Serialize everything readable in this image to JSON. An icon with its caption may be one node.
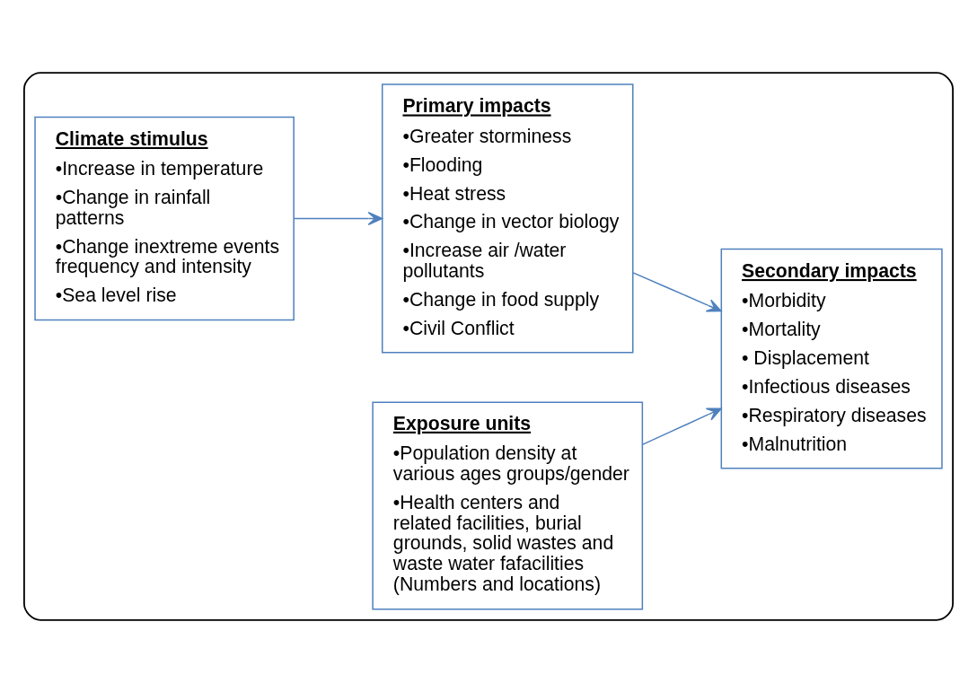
{
  "diagram": {
    "nodes": [
      {
        "text": [],
        "shape": "box"
      },
      {
        "text": [
          "Climate stimulus",
          "•Increase in temperature",
          "•Change in rainfall patterns",
          "•Change inextreme events frequency and intensity",
          "•Sea level rise"
        ],
        "in": 0
      },
      {
        "text": [
          "Primary impacts",
          "•Greater storminess",
          "•Flooding",
          "•Heat stress",
          "•Change in vector biology",
          "•Increase air /water pollutants",
          "•Change in food supply",
          "•Civil Conflict"
        ],
        "in": 0
      },
      {
        "text": [
          "Exposure units",
          "•Population density at various ages groups/gender",
          "•Health centers and related facilities, burial grounds, solid wastes and waste water fafacilities (Numbers and locations)"
        ],
        "in": 0
      },
      {
        "text": [
          "Secondary impacts",
          "•Morbidity",
          "•Mortality",
          "• Displacement",
          "•Infectious diseases",
          "•Respiratory diseases",
          "•Malnutrition"
        ],
        "in": 0
      }
    ],
    "edges": [
      {
        "from": 1,
        "to": 2,
        "arrow": "to"
      },
      {
        "from": 2,
        "to": 4,
        "arrow": "to"
      },
      {
        "from": 3,
        "to": 4,
        "arrow": "to"
      }
    ]
  }
}
